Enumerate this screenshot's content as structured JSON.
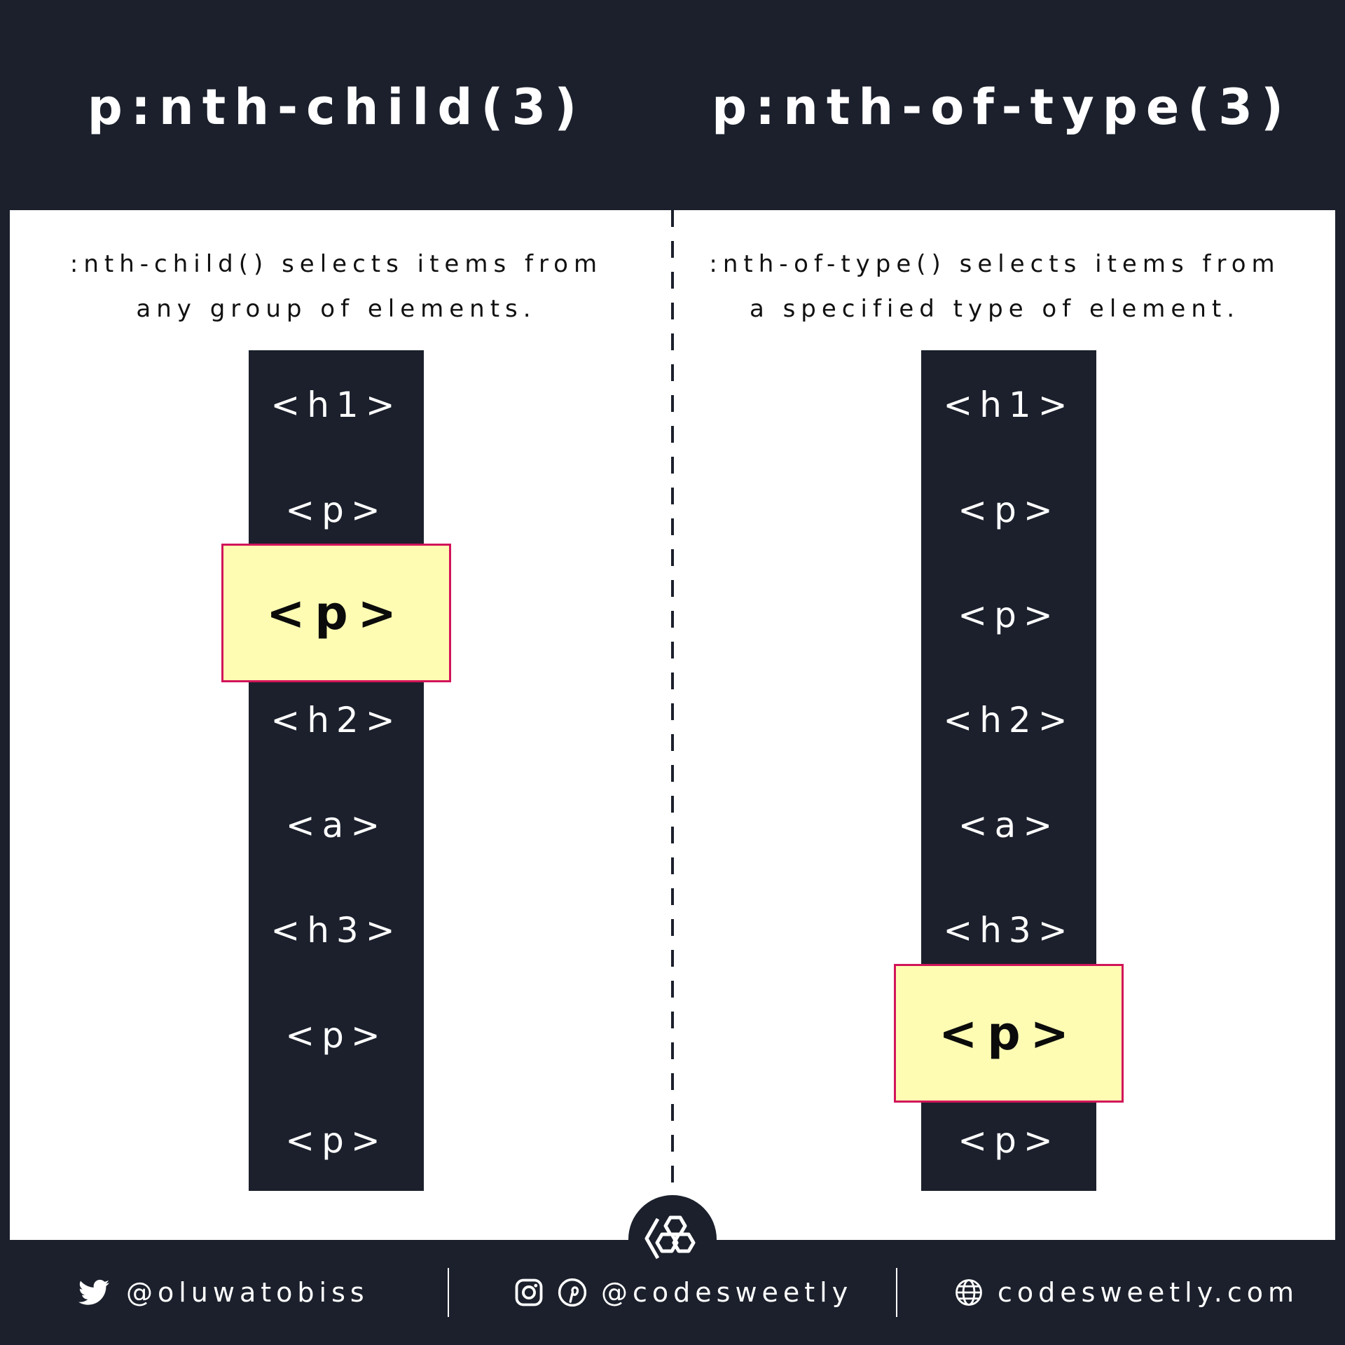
{
  "titles": {
    "left": "p:nth-child(3)",
    "right": "p:nth-of-type(3)"
  },
  "descriptions": {
    "left": ":nth-child() selects items from any group of elements.",
    "right": ":nth-of-type() selects items from a specified type of element."
  },
  "left_column": {
    "tags": [
      "<h1>",
      "<p>",
      "<p>",
      "<h2>",
      "<a>",
      "<h3>",
      "<p>",
      "<p>"
    ],
    "highlighted_index": 2
  },
  "right_column": {
    "tags": [
      "<h1>",
      "<p>",
      "<p>",
      "<h2>",
      "<a>",
      "<h3>",
      "<p>",
      "<p>"
    ],
    "highlighted_index": 6
  },
  "colors": {
    "background": "#1b202c",
    "highlight_fill": "#fefcb3",
    "highlight_border": "#d1145a"
  },
  "footer": {
    "twitter_icon": "twitter-icon",
    "twitter_handle": "@oluwatobiss",
    "social_icons": [
      "instagram-icon",
      "pinterest-icon"
    ],
    "social_handle": "@codesweetly",
    "web_icon": "globe-icon",
    "website": "codesweetly.com"
  }
}
